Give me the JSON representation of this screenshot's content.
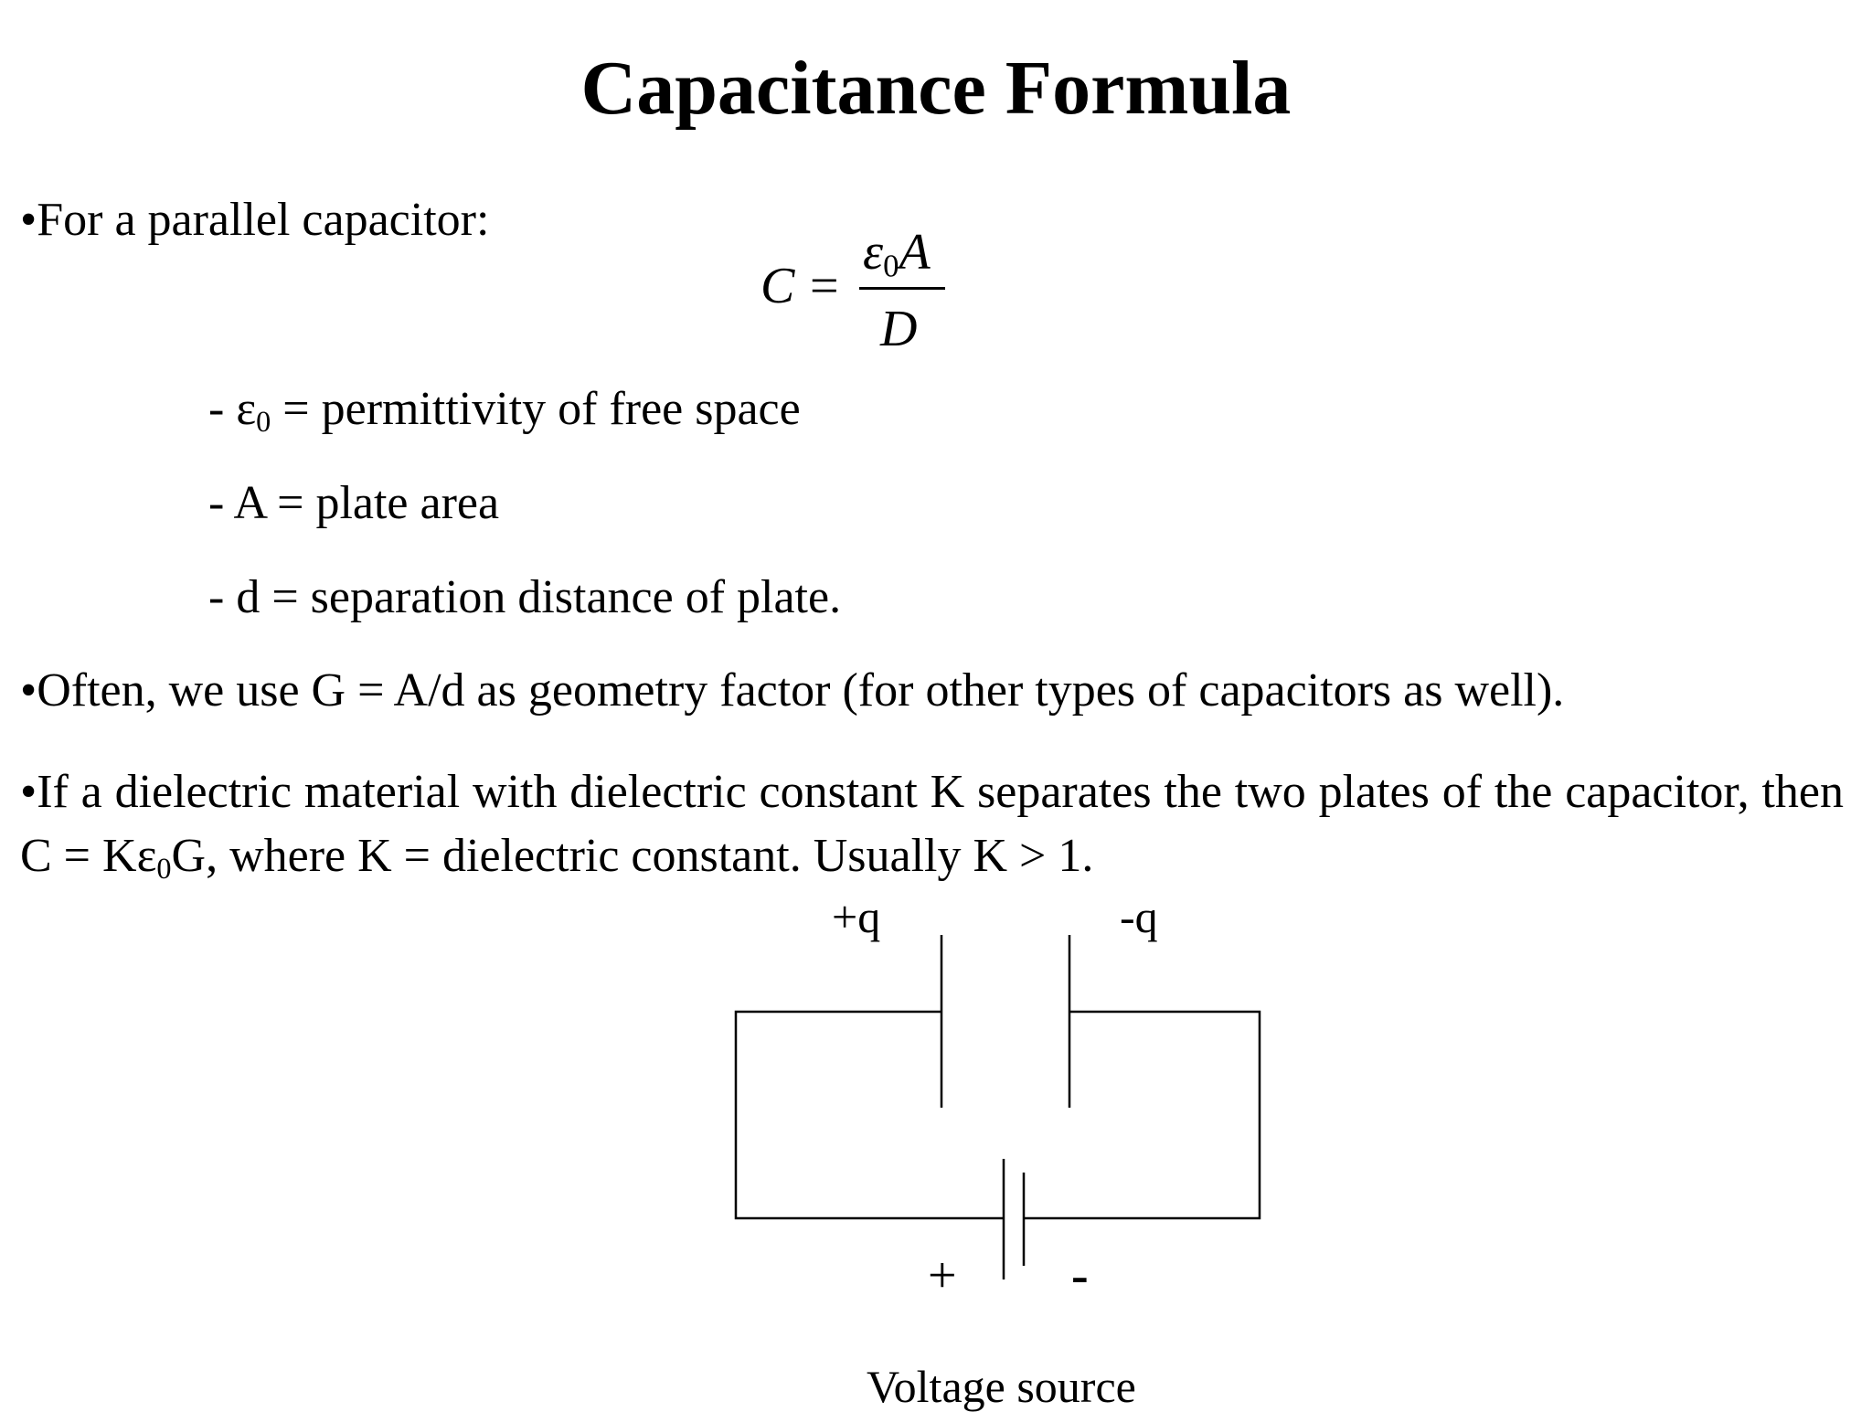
{
  "title": "Capacitance Formula",
  "bullet1": "•For a parallel capacitor:",
  "formula": {
    "lhs": "C",
    "equals": "=",
    "numerator_symbol": "ε",
    "numerator_sub": "0",
    "numerator_var": "A",
    "denominator": "D"
  },
  "definitions": [
    {
      "prefix": "- ε",
      "sub": "0",
      "text": " = permittivity of free space"
    },
    {
      "text": "- A = plate area"
    },
    {
      "text": "- d = separation distance of plate."
    }
  ],
  "bullet2": "•Often, we use G = A/d as geometry factor (for other types of capacitors as well).",
  "bullet3": {
    "part1": "•If a dielectric material with dielectric constant K separates the two plates of the capacitor, then C = Kε",
    "sub": "0",
    "part2": "G, where K = dielectric constant. Usually K > 1."
  },
  "diagram": {
    "plate_left_label": "+q",
    "plate_right_label": "-q",
    "battery_positive": "+",
    "battery_negative": "-",
    "source_label": "Voltage source"
  }
}
